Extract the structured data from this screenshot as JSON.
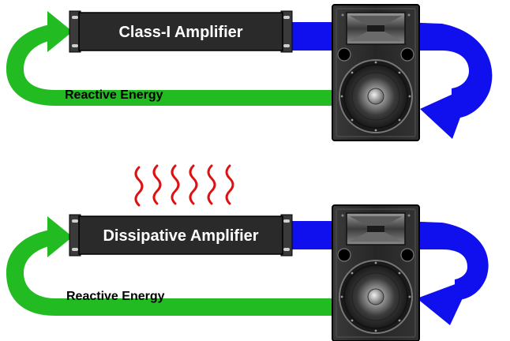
{
  "colors": {
    "signal_flow": "#1010ee",
    "reactive_flow": "#22bb22",
    "heat": "#dd1111",
    "amplifier_body": "#2a2a2a",
    "speaker_cabinet": "#2b2b2b"
  },
  "panels": [
    {
      "amplifier_label": "Class-I Amplifier",
      "energy_label": "Reactive Energy",
      "heat_shown": false
    },
    {
      "amplifier_label": "Dissipative Amplifier",
      "energy_label": "Reactive Energy",
      "heat_shown": true
    }
  ]
}
